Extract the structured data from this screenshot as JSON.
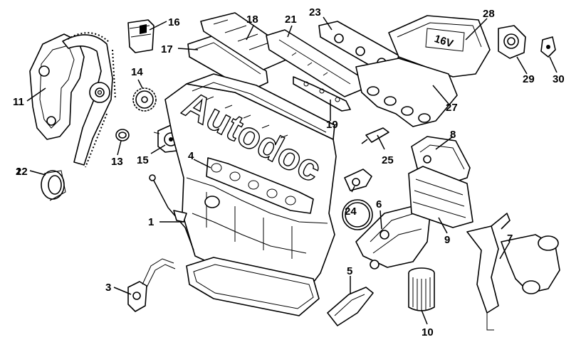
{
  "diagram": {
    "callouts": [
      {
        "id": "1",
        "label": "1"
      },
      {
        "id": "2",
        "label": "2"
      },
      {
        "id": "3",
        "label": "3"
      },
      {
        "id": "4",
        "label": "4"
      },
      {
        "id": "5",
        "label": "5"
      },
      {
        "id": "6",
        "label": "6"
      },
      {
        "id": "7",
        "label": "7"
      },
      {
        "id": "8",
        "label": "8"
      },
      {
        "id": "9",
        "label": "9"
      },
      {
        "id": "10",
        "label": "10"
      },
      {
        "id": "11",
        "label": "11"
      },
      {
        "id": "12",
        "label": "12"
      },
      {
        "id": "13",
        "label": "13"
      },
      {
        "id": "14",
        "label": "14"
      },
      {
        "id": "15",
        "label": "15"
      },
      {
        "id": "16",
        "label": "16"
      },
      {
        "id": "17",
        "label": "17"
      },
      {
        "id": "18",
        "label": "18"
      },
      {
        "id": "19",
        "label": "19"
      },
      {
        "id": "21",
        "label": "21"
      },
      {
        "id": "23",
        "label": "23"
      },
      {
        "id": "24",
        "label": "24"
      },
      {
        "id": "25",
        "label": "25"
      },
      {
        "id": "27",
        "label": "27"
      },
      {
        "id": "28",
        "label": "28"
      },
      {
        "id": "29",
        "label": "29"
      },
      {
        "id": "30",
        "label": "30"
      }
    ],
    "manifold_marking": "16V",
    "watermark": "Autodoc"
  }
}
